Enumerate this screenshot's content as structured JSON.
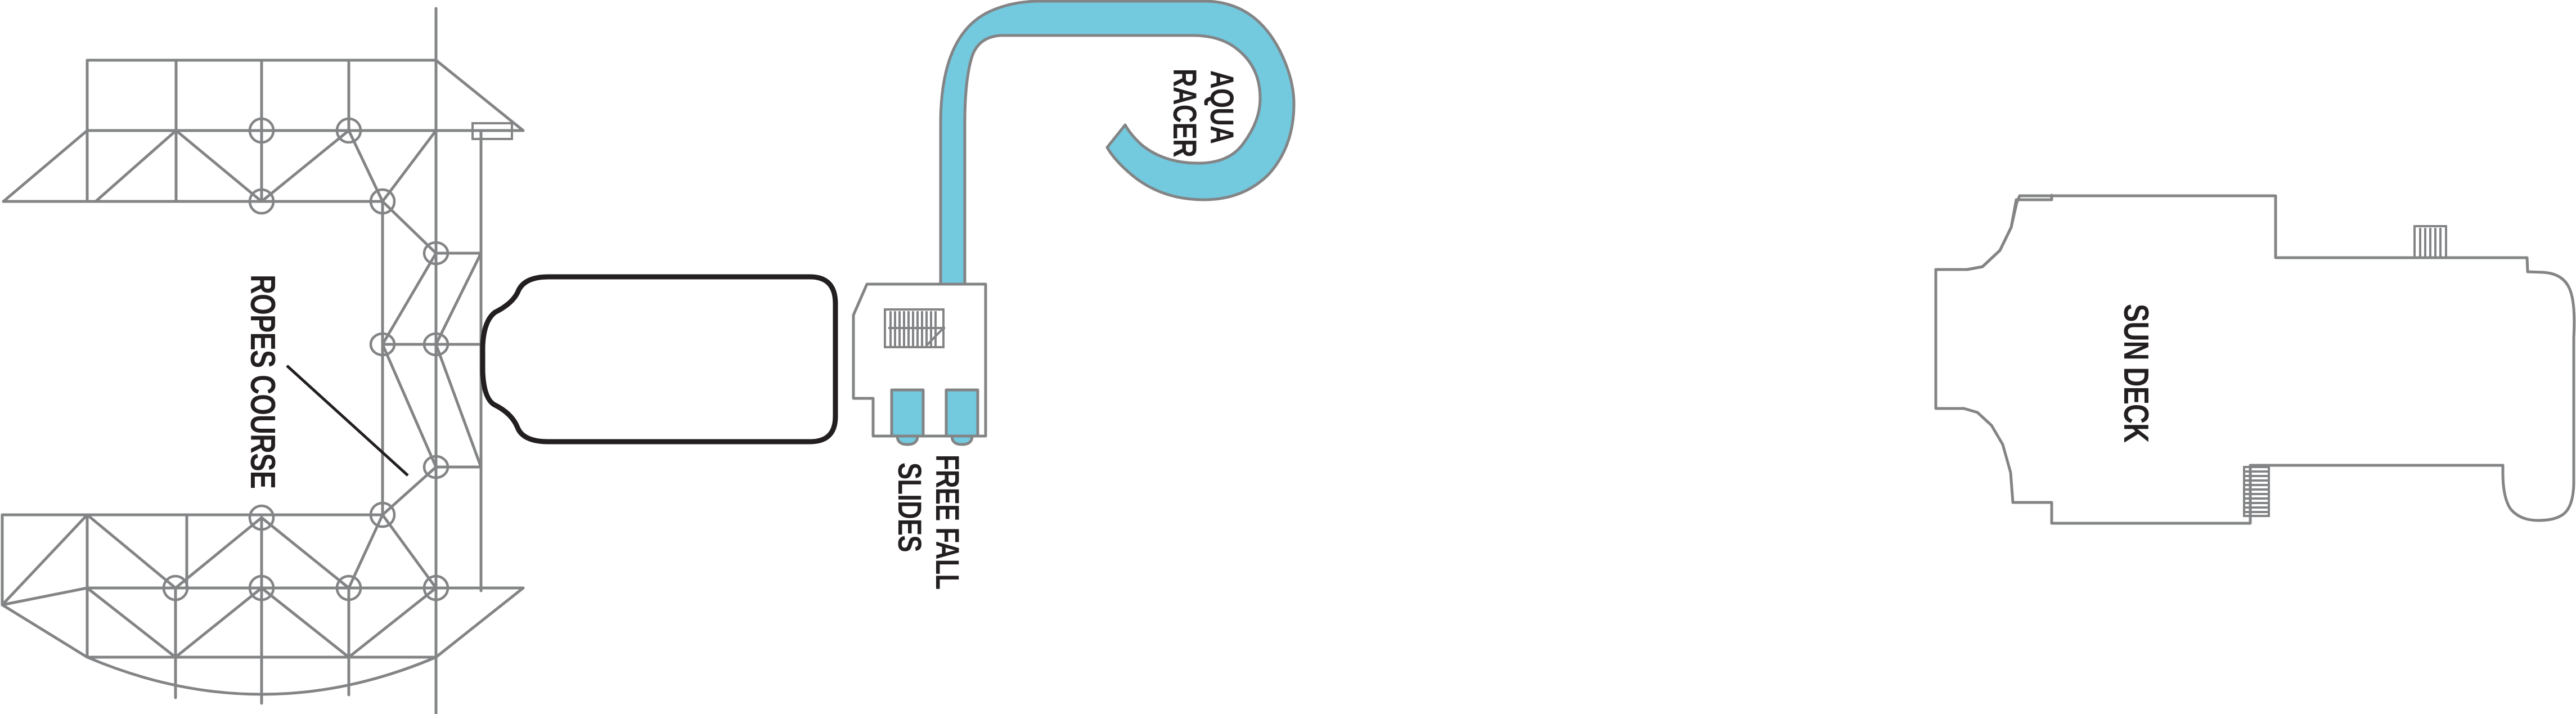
{
  "diagram": {
    "type": "deck-plan",
    "colors": {
      "outline": "#838486",
      "water": "#73c9de",
      "text": "#231f20",
      "background": "#ffffff"
    },
    "areas": [
      {
        "id": "ropes-course",
        "label": "ROPES COURSE"
      },
      {
        "id": "pool",
        "label": ""
      },
      {
        "id": "free-fall-slides",
        "label_line1": "FREE FALL",
        "label_line2": "SLIDES"
      },
      {
        "id": "aqua-racer",
        "label_line1": "AQUA",
        "label_line2": "RACER"
      },
      {
        "id": "sun-deck",
        "label": "SUN DECK"
      }
    ]
  }
}
